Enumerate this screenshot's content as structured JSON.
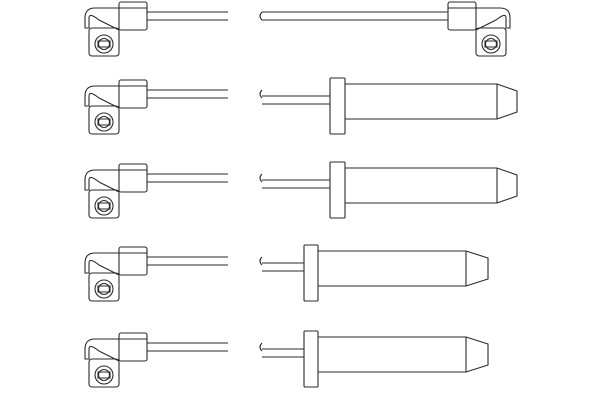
{
  "diagram": {
    "type": "spark-plug-ignition-wire-set",
    "style": "line-drawing",
    "colors": {
      "background": "#ffffff",
      "stroke": "#2a2a2a"
    },
    "wires": [
      {
        "name": "wire-1",
        "connector_end_a": "right-angle-boot",
        "connector_end_b": "right-angle-boot"
      },
      {
        "name": "wire-2",
        "connector_end_a": "right-angle-boot",
        "connector_end_b": "straight-plug-boot"
      },
      {
        "name": "wire-3",
        "connector_end_a": "right-angle-boot",
        "connector_end_b": "straight-plug-boot"
      },
      {
        "name": "wire-4",
        "connector_end_a": "right-angle-boot",
        "connector_end_b": "straight-plug-boot"
      },
      {
        "name": "wire-5",
        "connector_end_a": "right-angle-boot",
        "connector_end_b": "straight-plug-boot"
      }
    ]
  }
}
